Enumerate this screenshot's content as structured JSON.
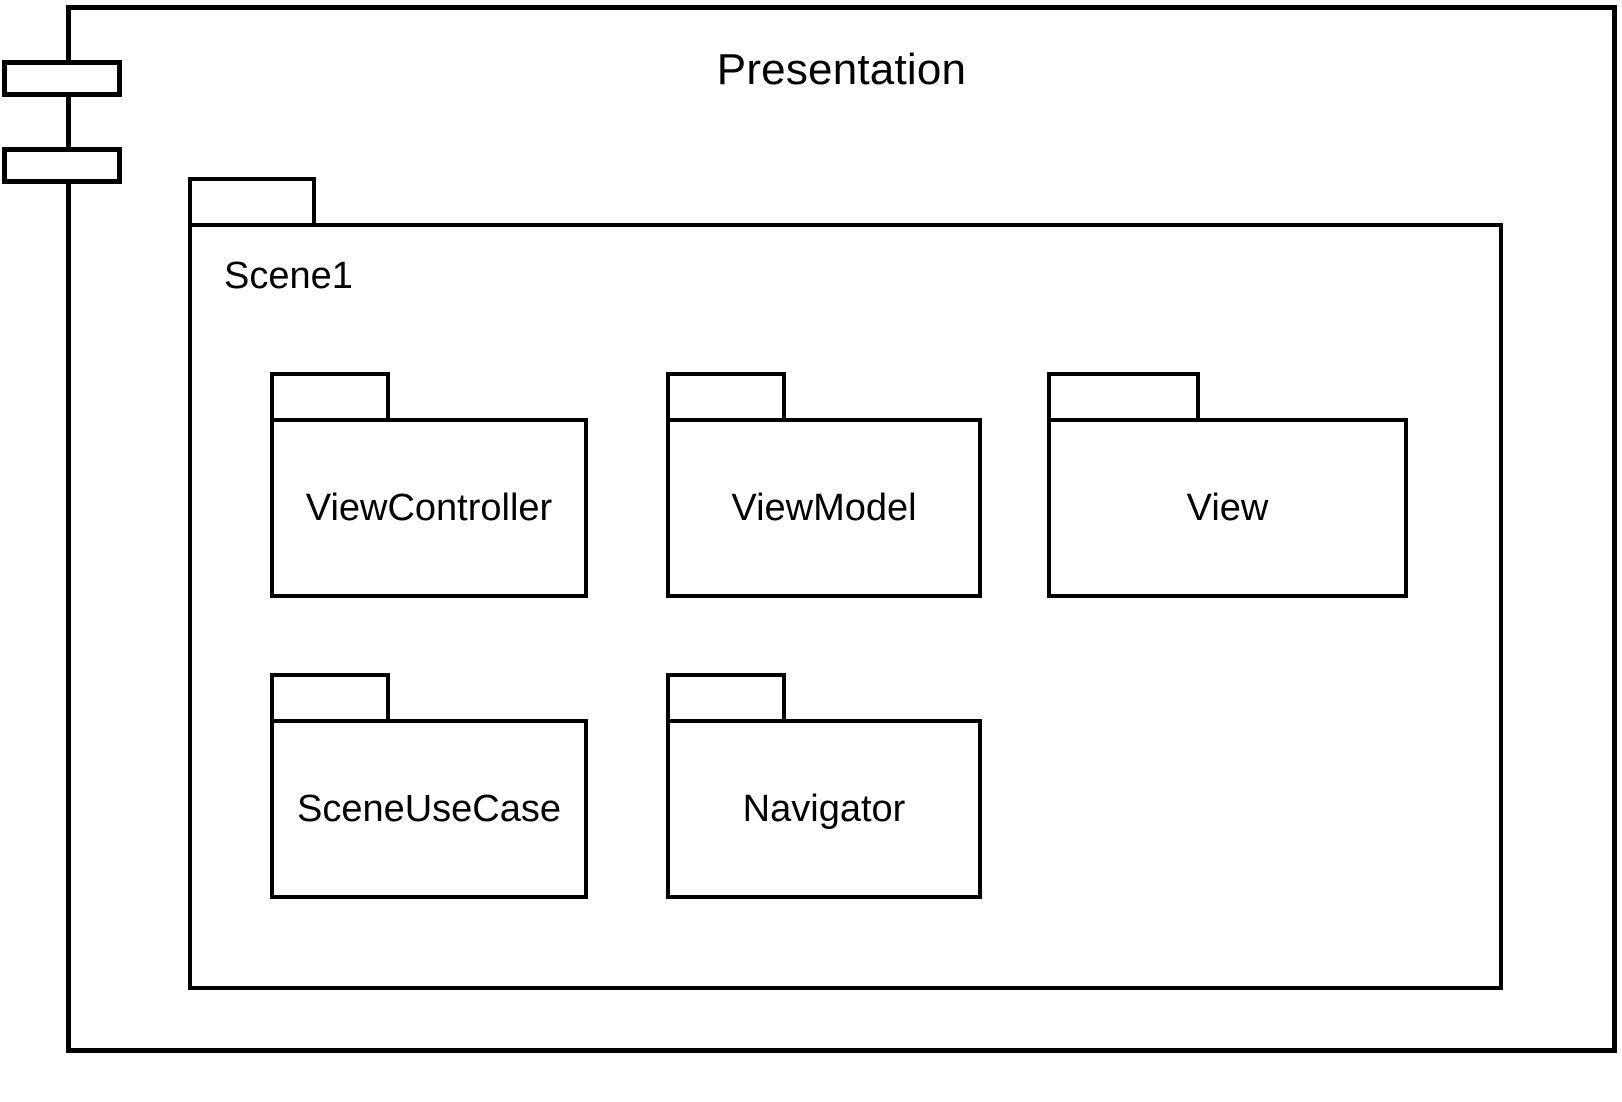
{
  "diagram": {
    "type": "uml-package-diagram",
    "background_color": "#ffffff",
    "stroke_color": "#000000"
  },
  "component": {
    "title": "Presentation",
    "icon_name": "uml-component-icon"
  },
  "scene_package": {
    "label": "Scene1"
  },
  "packages": [
    {
      "id": "viewcontroller",
      "label": "ViewController",
      "row": 1,
      "column": 1
    },
    {
      "id": "viewmodel",
      "label": "ViewModel",
      "row": 1,
      "column": 2
    },
    {
      "id": "view",
      "label": "View",
      "row": 1,
      "column": 3
    },
    {
      "id": "sceneusecase",
      "label": "SceneUseCase",
      "row": 2,
      "column": 1
    },
    {
      "id": "navigator",
      "label": "Navigator",
      "row": 2,
      "column": 2
    }
  ]
}
